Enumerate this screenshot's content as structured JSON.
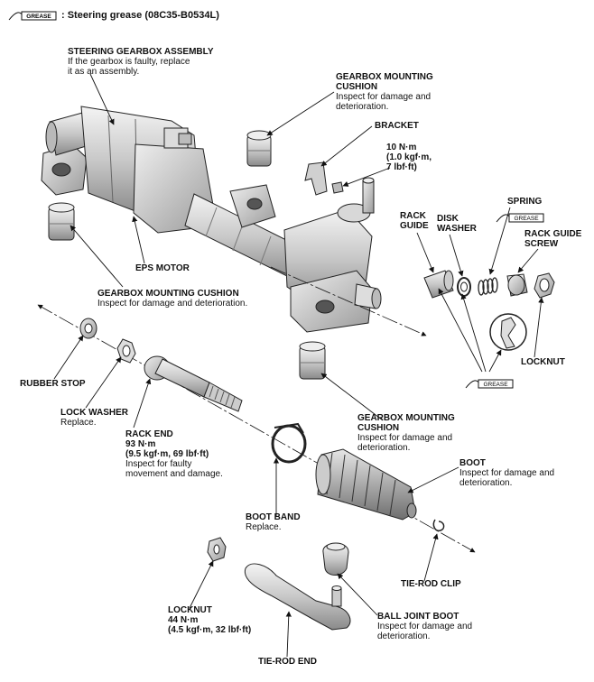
{
  "header": {
    "grease_tag": "GREASE",
    "text": ": Steering grease (08C35-B0534L)"
  },
  "labels": {
    "gearbox_assembly": {
      "title": "STEERING GEARBOX ASSEMBLY",
      "lines": [
        "If the gearbox is faulty, replace",
        "it as an assembly."
      ]
    },
    "cushion_top": {
      "title_lines": [
        "GEARBOX MOUNTING",
        "CUSHION"
      ],
      "lines": [
        "Inspect for damage and",
        "deterioration."
      ]
    },
    "bracket": {
      "title": "BRACKET"
    },
    "torque_bracket": {
      "lines": [
        "10 N·m",
        "(1.0 kgf·m,",
        "7 lbf·ft)"
      ]
    },
    "spring": {
      "title": "SPRING"
    },
    "rack_guide": {
      "title_lines": [
        "RACK",
        "GUIDE"
      ]
    },
    "disk_washer": {
      "title_lines": [
        "DISK",
        "WASHER"
      ]
    },
    "rack_guide_screw": {
      "title_lines": [
        "RACK GUIDE",
        "SCREW"
      ]
    },
    "eps_motor": {
      "title": "EPS MOTOR"
    },
    "cushion_left": {
      "title": "GEARBOX MOUNTING CUSHION",
      "lines": [
        "Inspect for damage and deterioration."
      ]
    },
    "locknut_right": {
      "title": "LOCKNUT"
    },
    "rubber_stop": {
      "title": "RUBBER STOP"
    },
    "lock_washer": {
      "title": "LOCK WASHER",
      "lines": [
        "Replace."
      ]
    },
    "rack_end": {
      "title_lines": [
        "RACK END",
        "93 N·m",
        "(9.5 kgf·m, 69 lbf·ft)"
      ],
      "lines": [
        "Inspect for faulty",
        "movement and damage."
      ]
    },
    "cushion_bottom": {
      "title_lines": [
        "GEARBOX MOUNTING",
        "CUSHION"
      ],
      "lines": [
        "Inspect for damage and",
        "deterioration."
      ]
    },
    "boot": {
      "title": "BOOT",
      "lines": [
        "Inspect for damage and",
        "deterioration."
      ]
    },
    "boot_band": {
      "title": "BOOT BAND",
      "lines": [
        "Replace."
      ]
    },
    "tie_rod_clip": {
      "title": "TIE-ROD CLIP"
    },
    "locknut_bottom": {
      "title_lines": [
        "LOCKNUT",
        "44 N·m",
        "(4.5 kgf·m, 32 lbf·ft)"
      ]
    },
    "ball_joint_boot": {
      "title": "BALL JOINT BOOT",
      "lines": [
        "Inspect for damage and",
        "deterioration."
      ]
    },
    "tie_rod_end": {
      "title": "TIE-ROD END"
    }
  },
  "grease_tags": {
    "spring": "GREASE",
    "bottom": "GREASE"
  }
}
